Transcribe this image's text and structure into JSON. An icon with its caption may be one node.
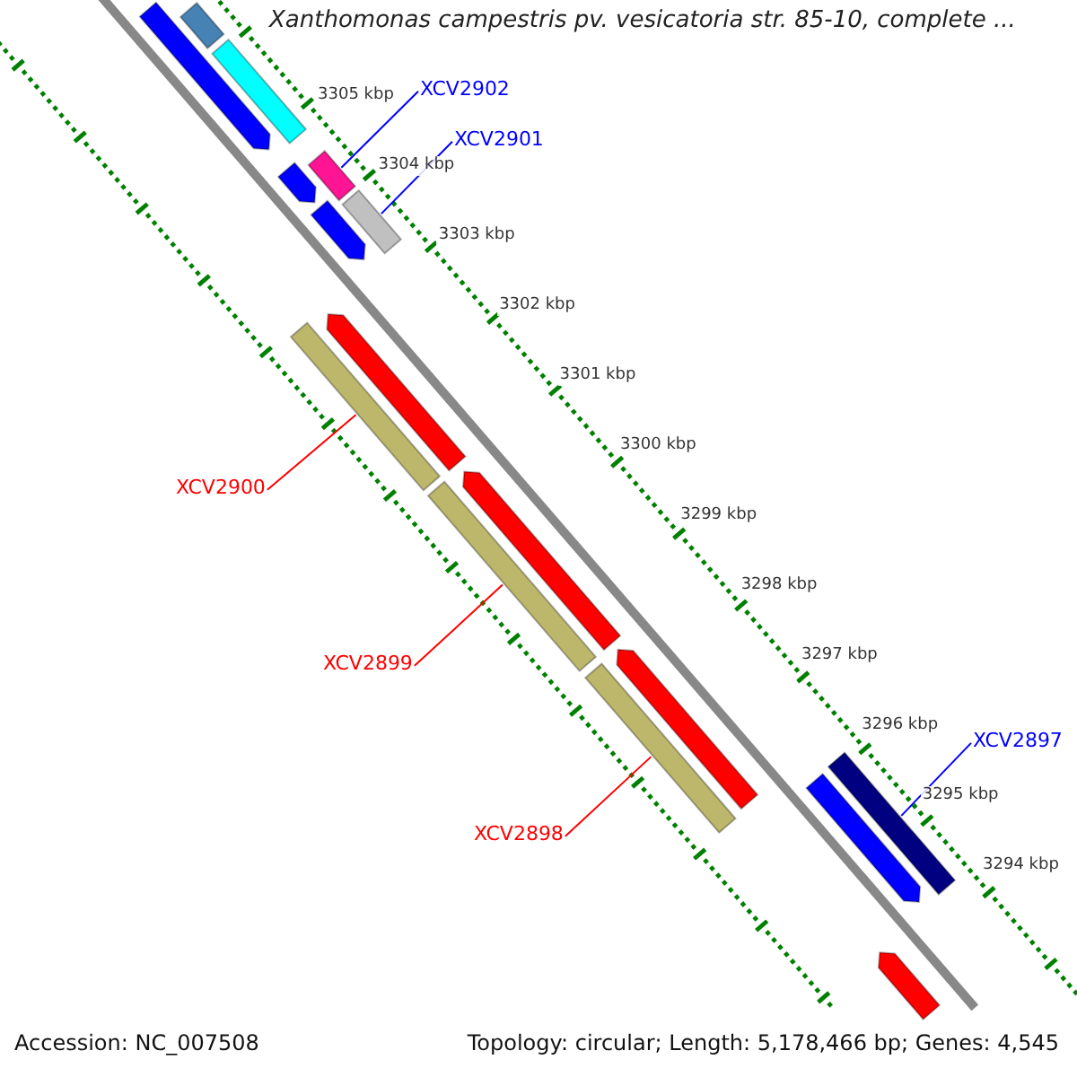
{
  "diagram": {
    "title": "Xanthomonas campestris pv. vesicatoria str. 85-10, complete ...",
    "nodes": [
      {
        "text": [],
        "shape": "bar"
      },
      {
        "text": [],
        "shape": "arrow"
      },
      {
        "text": [],
        "shape": "bar"
      },
      {
        "text": [
          "XCV2902"
        ]
      },
      {
        "text": [],
        "shape": "bar"
      },
      {
        "text": [
          "XCV2901"
        ]
      },
      {
        "text": [],
        "shape": "arrow"
      },
      {
        "text": [],
        "shape": "arrow"
      },
      {
        "text": [],
        "shape": "bar"
      },
      {
        "text": [],
        "shape": "arrow"
      },
      {
        "text": [
          "XCV2900"
        ]
      },
      {
        "text": [],
        "shape": "bar"
      },
      {
        "text": [],
        "shape": "arrow"
      },
      {
        "text": [
          "XCV2899"
        ]
      },
      {
        "text": [],
        "shape": "bar"
      },
      {
        "text": [],
        "shape": "arrow"
      },
      {
        "text": [
          "XCV2898"
        ]
      },
      {
        "text": [],
        "shape": "bar"
      },
      {
        "text": [
          "XCV2897"
        ]
      },
      {
        "text": [],
        "shape": "arrow"
      },
      {
        "text": [],
        "shape": "bar"
      },
      {
        "text": [],
        "shape": "arrow"
      }
    ],
    "edges": [
      {
        "from": 3,
        "to": 4,
        "arrow": "none",
        "color": "#0000ff"
      },
      {
        "from": 5,
        "to": 8,
        "arrow": "none",
        "color": "#0000ff"
      },
      {
        "from": 10,
        "to": 11,
        "arrow": "none",
        "color": "#ff0000"
      },
      {
        "from": 13,
        "to": 14,
        "arrow": "none",
        "color": "#ff0000"
      },
      {
        "from": 16,
        "to": 17,
        "arrow": "none",
        "color": "#ff0000"
      },
      {
        "from": 18,
        "to": 20,
        "arrow": "none",
        "color": "#0000ff"
      }
    ],
    "labels": [
      "3305 kbp",
      "3304 kbp",
      "3303 kbp",
      "3302 kbp",
      "3301 kbp",
      "3300 kbp",
      "3299 kbp",
      "3298 kbp",
      "3297 kbp",
      "3296 kbp",
      "3295 kbp",
      "3294 kbp",
      "Accession: NC_007508",
      "Topology: circular; Length: 5,178,466 bp; Genes: 4,545"
    ]
  }
}
